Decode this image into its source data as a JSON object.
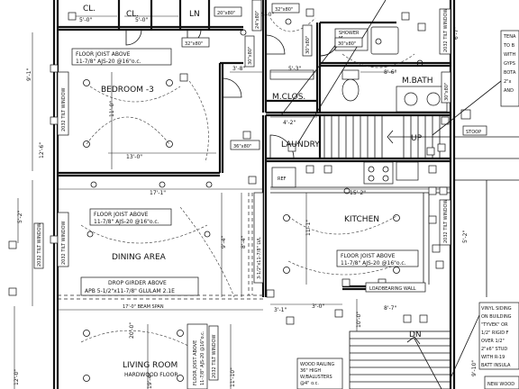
{
  "rooms": {
    "bedroom": "BEDROOM -3",
    "dining": "DINING AREA",
    "kitchen": "KITCHEN",
    "living": "LIVING ROOM",
    "living_sub": "HARDWOOD FLOOR",
    "mbath": "M.BATH",
    "mclos": "M.CLOS.",
    "laundry": "LAUNDRY",
    "cl1": "CL.",
    "cl2": "CL.",
    "ln": "LN",
    "stoop": "STOOP",
    "shower": "SHOWER"
  },
  "notes": {
    "joist_bed_1": "FLOOR JOIST ABOVE",
    "joist_bed_2": "11-7/8\" AJS-20 @16\"o.c.",
    "joist_din_1": "FLOOR JOIST ABOVE",
    "joist_din_2": "11-7/8\" AJS-20 @16\"o.c.",
    "joist_kit_1": "FLOOR JOIST ABOVE",
    "joist_kit_2": "11-7/8\" AJS-20 @16\"o.c.",
    "joist_liv_1": "FLOOR JOIST ABOVE",
    "joist_liv_2": "11-7/8\" AJS-20 @16\"o.c.",
    "girder_1": "DROP GIRDER ABOVE",
    "girder_2": "APB 5-1/2\"x11-7/8\" GLULAM 2.1E",
    "beam_span": "17'-0\" BEAM SPAN",
    "load_wall": "LOADBEARING WALL",
    "vert_beam": "3-1/2\"x11-7/8\" LVL",
    "rail_1": "WOOD RAILING",
    "rail_2": "36\" HIGH",
    "rail_3": "W/BALUSTERS",
    "rail_4": "@4\" o.c.",
    "up": "UP",
    "dn": "DN",
    "ref": "REF",
    "new_wood": "NEW WOOD",
    "right_top_1": "TENA",
    "right_top_2": "TO B",
    "right_top_3": "WITH",
    "right_top_4": "GYPS",
    "right_top_5": "BOTA",
    "right_top_6": "2\"x",
    "right_top_7": "AND",
    "vinyl_1": "VINYL SIDING",
    "vinyl_2": "ON BUILDING",
    "vinyl_3": "\"TYVEK\" OR",
    "vinyl_4": "1/2\" RIGID F",
    "vinyl_5": "OVER 1/2\"",
    "vinyl_6": "2\"x6\" STUD",
    "vinyl_7": "WITH R-19",
    "vinyl_8": "BATT INSULA"
  },
  "windows": {
    "bed_w": "2032 TILT WINDOW",
    "din_w": "2032 TILT WINDOW",
    "din_w2": "2032 TILT WINDOW",
    "bath_w": "2032 TILT WINDOW",
    "kit_w": "2032 TILT WINDOW",
    "liv_w": "2032 TILT WINDOW"
  },
  "doors": {
    "d_20x80_top": "20\"x80\"",
    "d_32x80_top": "32\"x80\"",
    "d_32x80_bed": "32\"x80\"",
    "d_36x80_laun": "36\"x80\"",
    "d_30x80_a": "30\"x80\"",
    "d_30x80_b": "30\"x80\"",
    "d_30x80_clos": "30\"x80\"",
    "d_24x80": "24\"x80\"",
    "d_30x80_bath": "30\"x80\""
  },
  "dims": {
    "d_5_0": "5'-0\"",
    "d_5_0b": "5'-0\"",
    "d_9_1": "9'-1\"",
    "d_12_0": "12'-0\"",
    "d_11_0": "11'-0\"",
    "d_13_0": "13'-0\"",
    "d_17_1": "17'-1\"",
    "d_15_2": "15'-2\"",
    "d_3_8": "3'-8\"",
    "d_5_3": "5'-3\"",
    "d_8_6": "8'-6\"",
    "d_4_2": "4'-2\"",
    "d_6_7": "6'-7\"",
    "d_5_2": "5'-2\"",
    "d_5_2b": "5'-2\"",
    "d_9_4": "9'-4\"",
    "d_8_4": "8'-4\"",
    "d_11_1": "11'-1\"",
    "d_3_1": "3'-1\"",
    "d_3_0": "3'-0\"",
    "d_8_7": "8'-7\"",
    "d_9_10": "9'-10\"",
    "d_10_0": "10'-0\"",
    "d_12_6": "12'-6\"",
    "d_20_0": "20'-0\"",
    "d_19_4": "19'-4\"",
    "d_11_10": "11'-10\"",
    "d_5_0c": "5'-0\""
  }
}
